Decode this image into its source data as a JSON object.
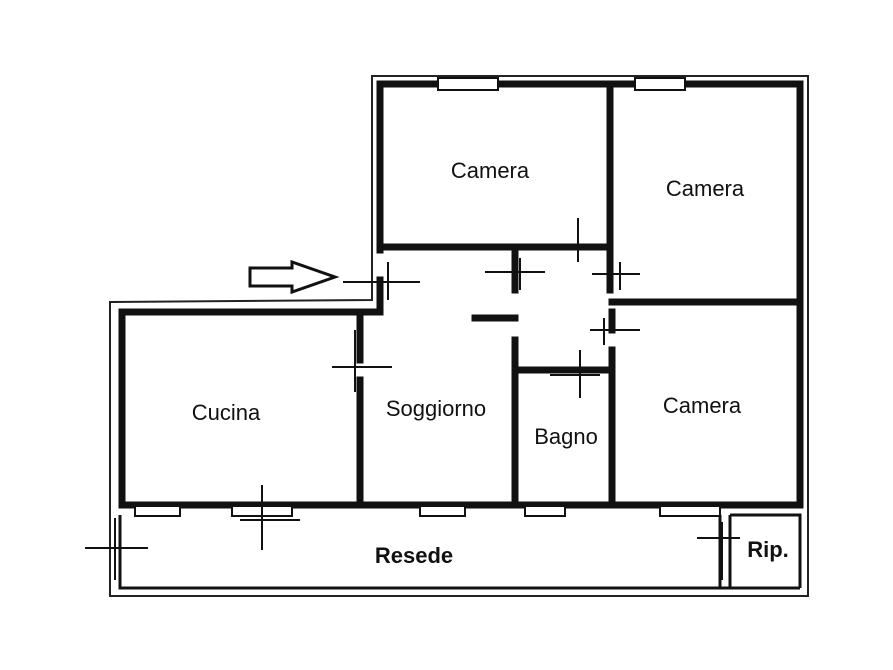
{
  "floorplan": {
    "rooms": {
      "camera_1": "Camera",
      "camera_2": "Camera",
      "camera_3": "Camera",
      "cucina": "Cucina",
      "soggiorno": "Soggiorno",
      "bagno": "Bagno",
      "resede": "Resede",
      "ripostiglio": "Rip."
    }
  }
}
